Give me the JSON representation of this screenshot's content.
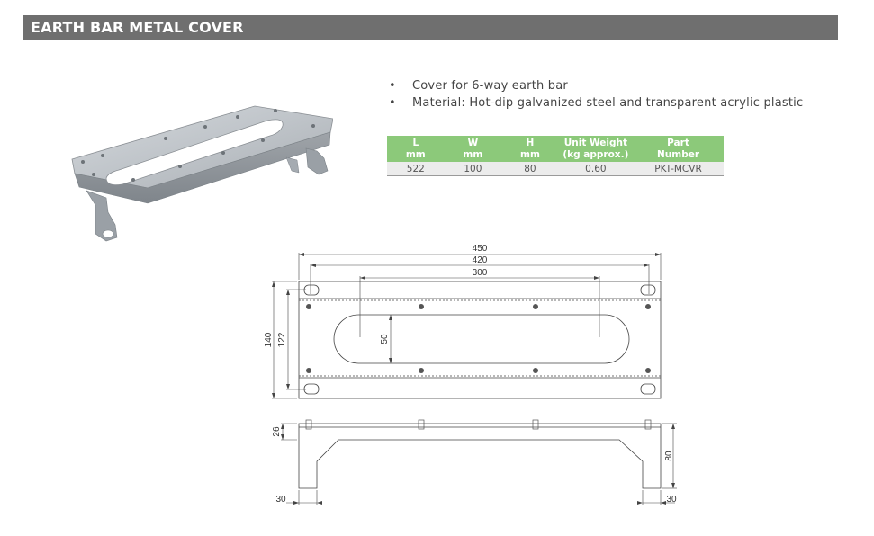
{
  "header": {
    "title": "EARTH BAR METAL COVER"
  },
  "bullets": [
    "Cover for 6-way earth bar",
    "Material: Hot-dip galvanized steel and transparent acrylic plastic"
  ],
  "table": {
    "headers": [
      {
        "line1": "L",
        "line2": "mm"
      },
      {
        "line1": "W",
        "line2": "mm"
      },
      {
        "line1": "H",
        "line2": "mm"
      },
      {
        "line1": "Unit Weight",
        "line2": "(kg approx.)"
      },
      {
        "line1": "Part",
        "line2": "Number"
      }
    ],
    "rows": [
      [
        "522",
        "100",
        "80",
        "0.60",
        "PKT-MCVR"
      ]
    ]
  },
  "drawing": {
    "dims": {
      "d450": "450",
      "d420": "420",
      "d300": "300",
      "d140": "140",
      "d122": "122",
      "d50": "50",
      "d26": "26",
      "d80": "80",
      "d30a": "30",
      "d30b": "30"
    }
  },
  "colors": {
    "header_bg": "#6f6f6f",
    "table_header": "#8cc97a",
    "table_row": "#ececec"
  }
}
